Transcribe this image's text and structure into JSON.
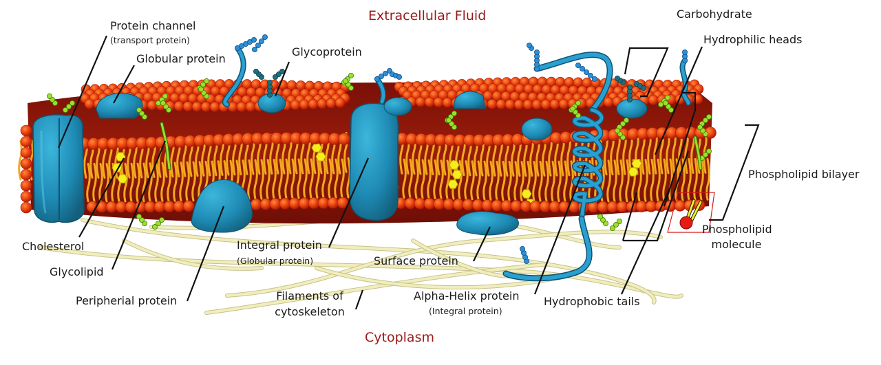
{
  "regions": {
    "top": "Extracellular Fluid",
    "bottom": "Cytoplasm"
  },
  "labels": {
    "protein_channel": "Protein channel",
    "protein_channel_sub": "(transport protein)",
    "globular_protein": "Globular protein",
    "glycoprotein": "Glycoprotein",
    "carbohydrate": "Carbohydrate",
    "hydrophilic_heads": "Hydrophilic heads",
    "phospholipid_bilayer": "Phospholipid bilayer",
    "phospholipid_molecule_1": "Phospholipid",
    "phospholipid_molecule_2": "molecule",
    "cholesterol": "Cholesterol",
    "glycolipid": "Glycolipid",
    "peripheral_protein": "Peripherial protein",
    "integral_protein": "Integral protein",
    "integral_protein_sub": "(Globular protein)",
    "surface_protein": "Surface protein",
    "filaments_1": "Filaments of",
    "filaments_2": "cytoskeleton",
    "alpha_helix": "Alpha-Helix protein",
    "alpha_helix_sub": "(Integral protein)",
    "hydrophobic_tails": "Hydrophobic tails"
  },
  "colors": {
    "head": "#e8400f",
    "head_dark": "#b41a08",
    "tail": "#f2a81c",
    "interior": "#8c1309",
    "protein": "#1e8bb5",
    "protein_dark": "#156884",
    "carb_dark": "#1f6e80",
    "carb_blue": "#2e8fd4",
    "glycolipid_green": "#9be02c",
    "cholesterol": "#f3ef1c",
    "filament": "#f0eebd",
    "region_text": "#9b1a1a"
  }
}
